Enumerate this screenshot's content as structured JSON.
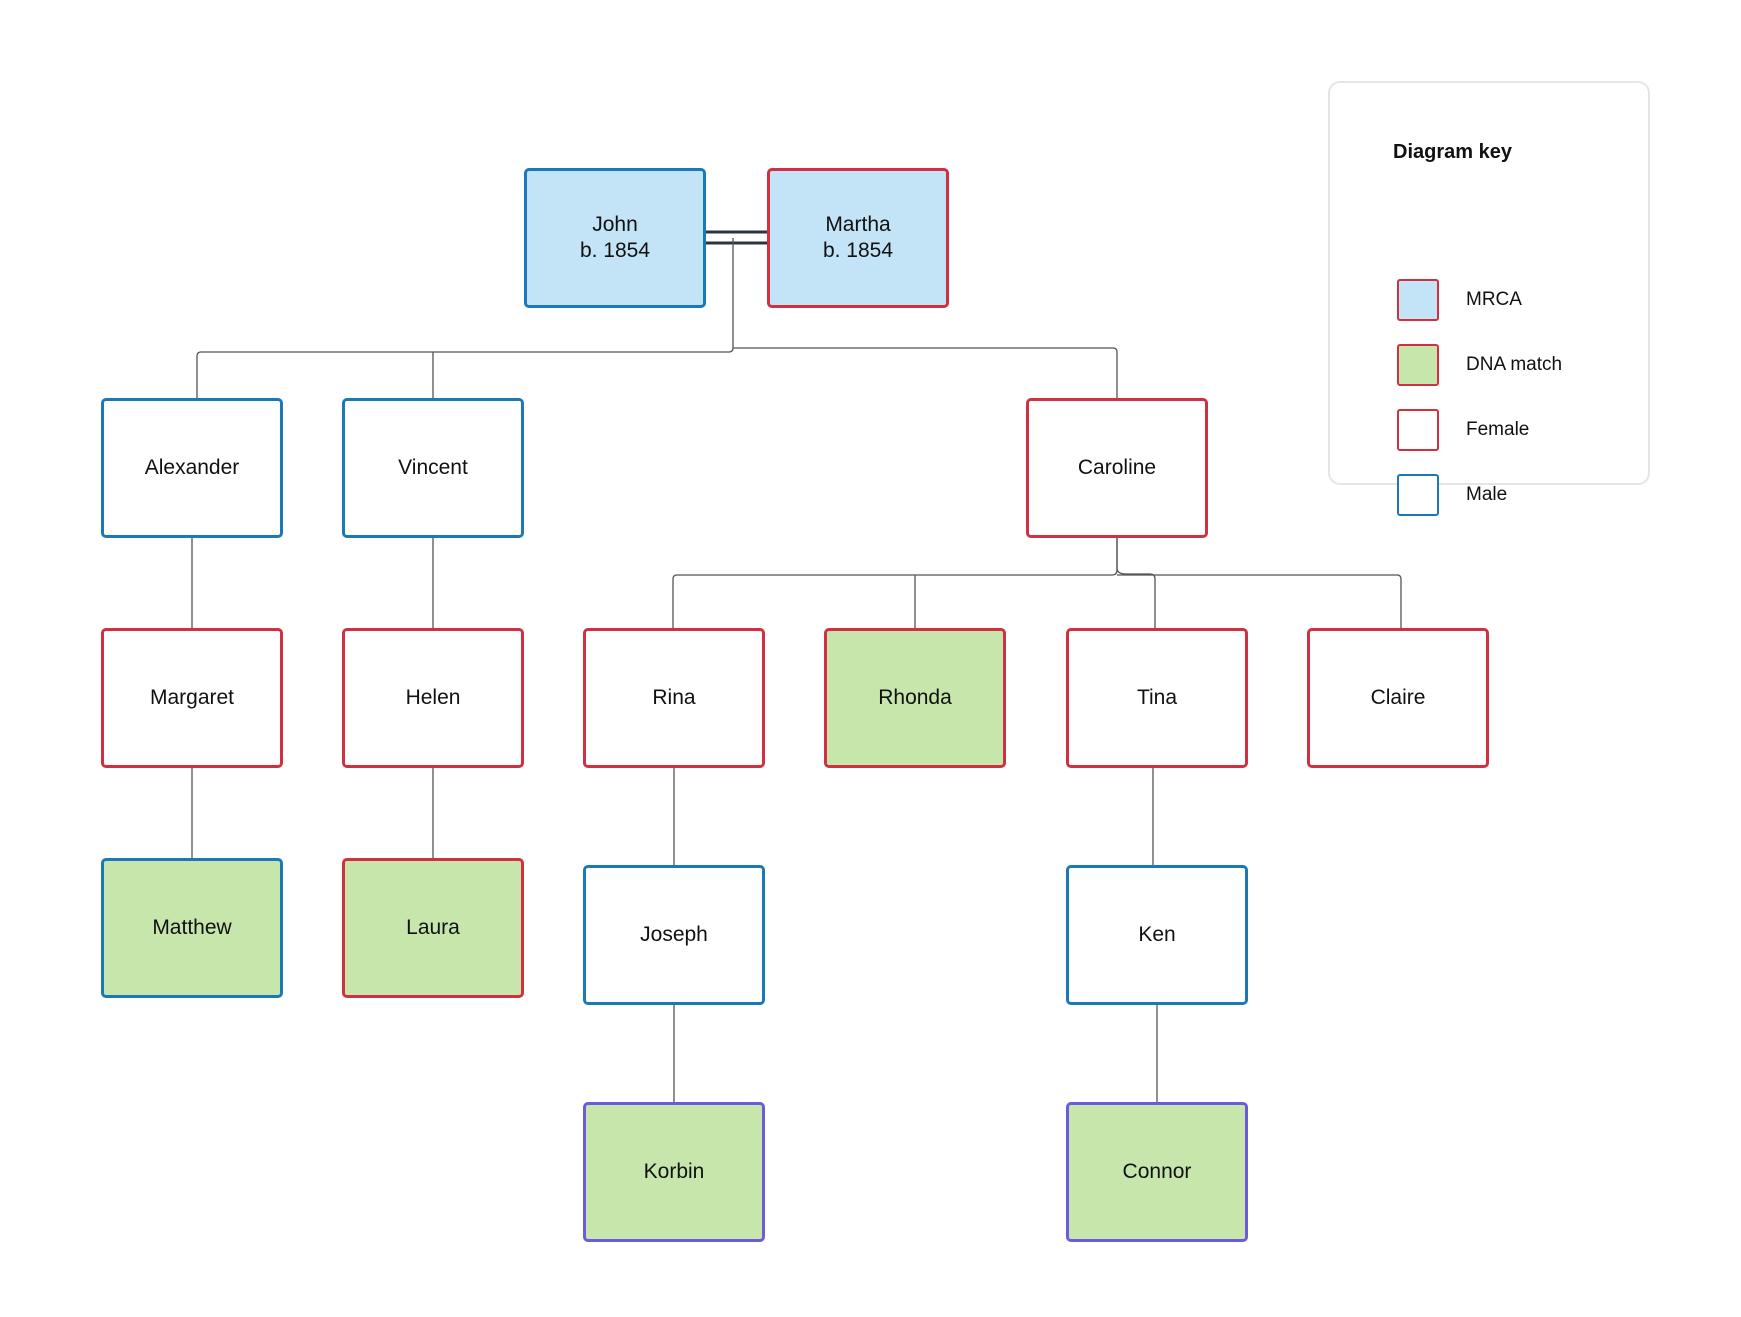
{
  "colors": {
    "male": "#1b79b8",
    "female": "#d03040",
    "mrca_fill": "#c3e3f6",
    "dna_fill": "#c6e6ab",
    "plain_fill": "#ffffff",
    "dna_border": "#6b5cde",
    "connector": "#555555",
    "marriage": "#2c3440"
  },
  "people": [
    {
      "id": "john",
      "lines": [
        "John",
        "b. 1854"
      ],
      "sex": "male",
      "fill": "mrca"
    },
    {
      "id": "martha",
      "lines": [
        "Martha",
        "b. 1854"
      ],
      "sex": "female",
      "fill": "mrca"
    },
    {
      "id": "alexander",
      "lines": [
        "Alexander"
      ],
      "sex": "male",
      "fill": "plain"
    },
    {
      "id": "vincent",
      "lines": [
        "Vincent"
      ],
      "sex": "male",
      "fill": "plain"
    },
    {
      "id": "caroline",
      "lines": [
        "Caroline"
      ],
      "sex": "female",
      "fill": "plain"
    },
    {
      "id": "margaret",
      "lines": [
        "Margaret"
      ],
      "sex": "female",
      "fill": "plain"
    },
    {
      "id": "helen",
      "lines": [
        "Helen"
      ],
      "sex": "female",
      "fill": "plain"
    },
    {
      "id": "rina",
      "lines": [
        "Rina"
      ],
      "sex": "female",
      "fill": "plain"
    },
    {
      "id": "rhonda",
      "lines": [
        "Rhonda"
      ],
      "sex": "female",
      "fill": "dna"
    },
    {
      "id": "tina",
      "lines": [
        "Tina"
      ],
      "sex": "female",
      "fill": "plain"
    },
    {
      "id": "claire",
      "lines": [
        "Claire"
      ],
      "sex": "female",
      "fill": "plain"
    },
    {
      "id": "matthew",
      "lines": [
        "Matthew"
      ],
      "sex": "male",
      "fill": "dna"
    },
    {
      "id": "laura",
      "lines": [
        "Laura"
      ],
      "sex": "female",
      "fill": "dna"
    },
    {
      "id": "joseph",
      "lines": [
        "Joseph"
      ],
      "sex": "male",
      "fill": "plain"
    },
    {
      "id": "ken",
      "lines": [
        "Ken"
      ],
      "sex": "male",
      "fill": "plain"
    },
    {
      "id": "korbin",
      "lines": [
        "Korbin"
      ],
      "sex": "unspecified",
      "fill": "dna"
    },
    {
      "id": "connor",
      "lines": [
        "Connor"
      ],
      "sex": "unspecified",
      "fill": "dna"
    }
  ],
  "marriage": [
    "john",
    "martha"
  ],
  "parent_links": [
    {
      "parent": "john+martha",
      "child": "alexander"
    },
    {
      "parent": "john+martha",
      "child": "vincent"
    },
    {
      "parent": "john+martha",
      "child": "caroline"
    },
    {
      "parent": "alexander",
      "child": "margaret"
    },
    {
      "parent": "vincent",
      "child": "helen"
    },
    {
      "parent": "caroline",
      "child": "rina"
    },
    {
      "parent": "caroline",
      "child": "rhonda"
    },
    {
      "parent": "caroline",
      "child": "tina"
    },
    {
      "parent": "caroline",
      "child": "claire"
    },
    {
      "parent": "margaret",
      "child": "matthew"
    },
    {
      "parent": "helen",
      "child": "laura"
    },
    {
      "parent": "rina",
      "child": "joseph"
    },
    {
      "parent": "tina",
      "child": "ken"
    },
    {
      "parent": "joseph",
      "child": "korbin"
    },
    {
      "parent": "ken",
      "child": "connor"
    }
  ],
  "legend": {
    "title": "Diagram key",
    "items": [
      {
        "label": "MRCA",
        "swatch": "mrca"
      },
      {
        "label": "DNA match",
        "swatch": "dna"
      },
      {
        "label": "Female",
        "swatch": "female"
      },
      {
        "label": "Male",
        "swatch": "male"
      }
    ]
  }
}
